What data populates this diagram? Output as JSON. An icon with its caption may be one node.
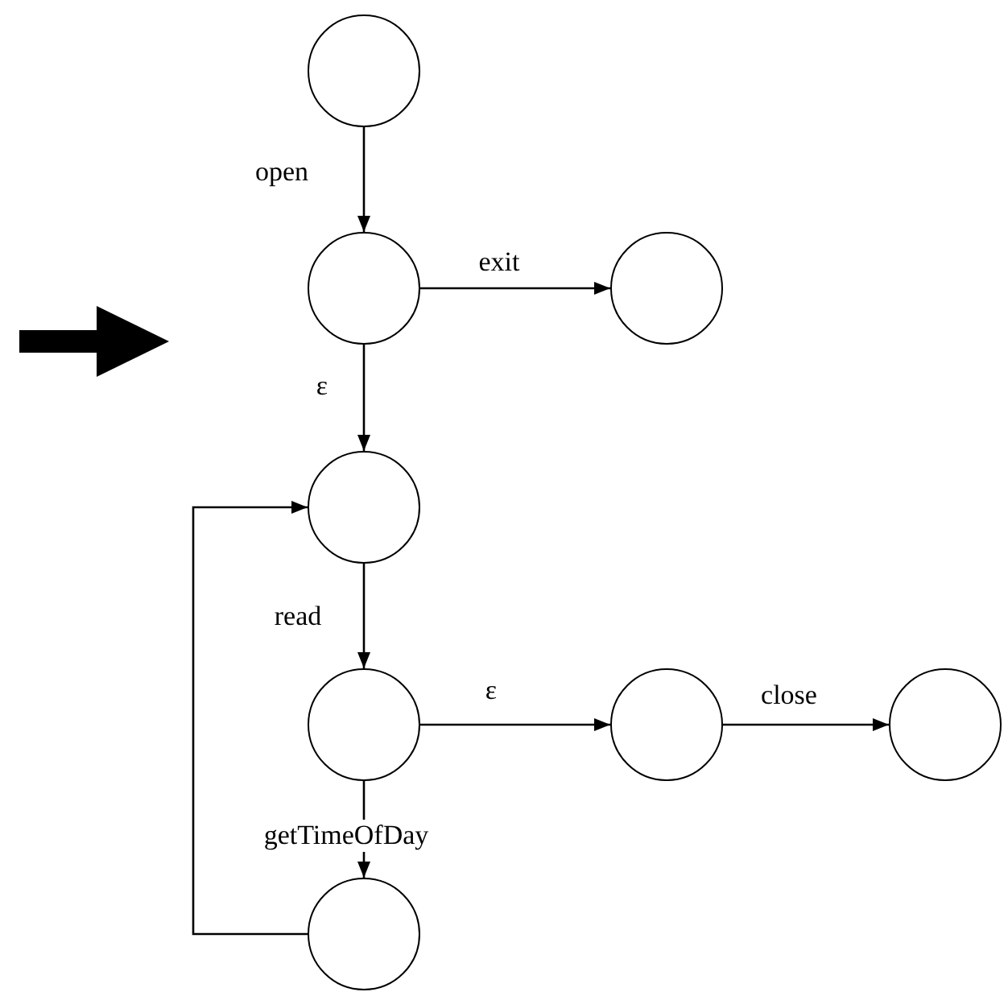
{
  "diagram": {
    "nodes": [
      {
        "text": [],
        "shape": "circle"
      },
      {
        "text": [],
        "shape": "circle"
      },
      {
        "text": [],
        "shape": "circle"
      },
      {
        "text": [],
        "shape": "circle"
      },
      {
        "text": [],
        "shape": "circle"
      },
      {
        "text": [],
        "shape": "circle"
      },
      {
        "text": [],
        "shape": "circle"
      },
      {
        "text": [],
        "shape": "circle"
      }
    ],
    "edges": [
      {
        "from": 0,
        "to": 1,
        "arrow": "to",
        "label": "open"
      },
      {
        "from": 1,
        "to": 2,
        "arrow": "to",
        "label": "exit"
      },
      {
        "from": 1,
        "to": 3,
        "arrow": "to",
        "label": "ε"
      },
      {
        "from": 3,
        "to": 4,
        "arrow": "to",
        "label": "read"
      },
      {
        "from": 4,
        "to": 5,
        "arrow": "to",
        "label": "ε"
      },
      {
        "from": 5,
        "to": 6,
        "arrow": "to",
        "label": "close"
      },
      {
        "from": 4,
        "to": 7,
        "arrow": "to",
        "label": "getTimeOfDay"
      },
      {
        "from": 7,
        "to": 3,
        "arrow": "to"
      }
    ]
  }
}
